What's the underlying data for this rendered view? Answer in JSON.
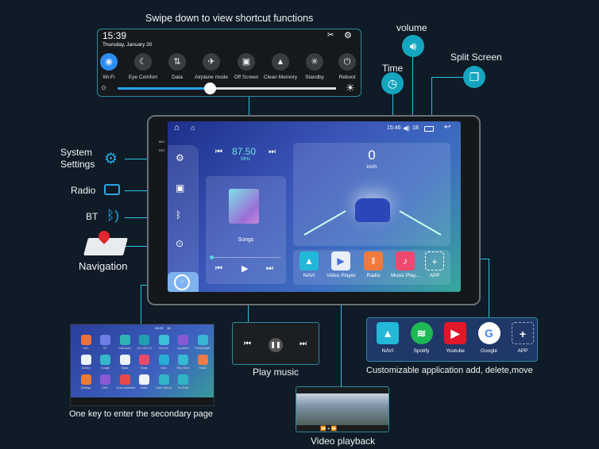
{
  "captions": {
    "swipe": "Swipe down to view shortcut functions",
    "volume": "volume",
    "time": "Time",
    "split": "Split Screen",
    "settings_1": "System",
    "settings_2": "Settings",
    "radio": "Radio",
    "bt": "BT",
    "navigation": "Navigation",
    "secondary": "One key to enter the secondary page",
    "play_music": "Play music",
    "customize": "Customizable application add, delete,move",
    "video": "Video playback"
  },
  "shortcut": {
    "time": "15:39",
    "date": "Thursday, January 20",
    "items": [
      {
        "label": "Wi-Fi",
        "icon": "wifi-icon",
        "glyph": "◉"
      },
      {
        "label": "Eye Comfort",
        "icon": "moon-icon",
        "glyph": "☾"
      },
      {
        "label": "Data",
        "icon": "data-icon",
        "glyph": "⇅"
      },
      {
        "label": "Airplane mode",
        "icon": "airplane-icon",
        "glyph": "✈"
      },
      {
        "label": "Off Screen",
        "icon": "off-screen-icon",
        "glyph": "▣"
      },
      {
        "label": "Clean Memory",
        "icon": "rocket-icon",
        "glyph": "▲"
      },
      {
        "label": "Standby",
        "icon": "standby-icon",
        "glyph": "✳"
      },
      {
        "label": "Reboot",
        "icon": "power-icon",
        "glyph": "⏻"
      }
    ],
    "brightness": 0.42
  },
  "screen": {
    "time": "15:46",
    "volume": "18",
    "radio_freq": "87.50",
    "radio_unit": "MHz",
    "song": "Songs",
    "speed": "0",
    "speed_unit": "km/h",
    "apps": [
      {
        "label": "NAVI",
        "color": "#23b7d8",
        "glyph": "▲"
      },
      {
        "label": "Video Player",
        "color": "#e9eef8",
        "glyph": "▶"
      },
      {
        "label": "Radio",
        "color": "#f07a3c",
        "glyph": "‖"
      },
      {
        "label": "Music Play...",
        "color": "#f0486e",
        "glyph": "♪"
      },
      {
        "label": "APP",
        "color": "transparent",
        "glyph": "+"
      }
    ],
    "side_labels": {
      "mic": "MIC",
      "rst": "RST"
    }
  },
  "secondary": {
    "time": "15:29",
    "volume": "18",
    "apps": [
      {
        "label": "AUX",
        "color": "#f0703a"
      },
      {
        "label": "BT",
        "color": "#6d7fe6"
      },
      {
        "label": "Calculator",
        "color": "#2fb4b8"
      },
      {
        "label": "Car Link 2.0",
        "color": "#1f9fb0"
      },
      {
        "label": "Chrome",
        "color": "#3cc0d8"
      },
      {
        "label": "Equalizer",
        "color": "#8a5ad6"
      },
      {
        "label": "FileManager",
        "color": "#39b6d6"
      },
      {
        "label": "Gallery",
        "color": "#eaf2fb"
      },
      {
        "label": "Google",
        "color": "#34b8c8"
      },
      {
        "label": "Maps",
        "color": "#eef3f8"
      },
      {
        "label": "Music",
        "color": "#ea4a6a"
      },
      {
        "label": "Navi",
        "color": "#25aed2"
      },
      {
        "label": "Play Store",
        "color": "#38b8d2"
      },
      {
        "label": "Radio",
        "color": "#f07a48"
      },
      {
        "label": "Settings",
        "color": "#f07a30"
      },
      {
        "label": "SWC",
        "color": "#8a5ad6"
      },
      {
        "label": "Touch Assistant",
        "color": "#e84a4a"
      },
      {
        "label": "Video",
        "color": "#eef3f8"
      },
      {
        "label": "Voice Search",
        "color": "#30b4c8"
      },
      {
        "label": "YouTube",
        "color": "#2fb4c8"
      }
    ]
  },
  "custom_apps": [
    {
      "label": "NAVI",
      "color": "#23b7d8",
      "glyph": "▲"
    },
    {
      "label": "Spotify",
      "color": "#1db954",
      "glyph": "≋"
    },
    {
      "label": "Youtube",
      "color": "#e0182a",
      "glyph": "▶"
    },
    {
      "label": "Google",
      "color": "#ffffff",
      "glyph": "G"
    },
    {
      "label": "APP",
      "color": "transparent",
      "glyph": "+"
    }
  ]
}
